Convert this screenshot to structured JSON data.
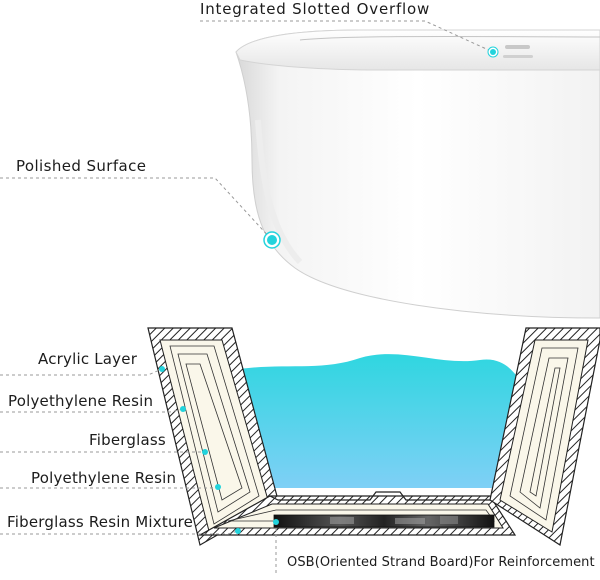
{
  "callouts": {
    "overflow": "Integrated Slotted Overflow",
    "polished": "Polished  Surface",
    "acrylic": "Acrylic Layer",
    "poly_resin_1": "Polyethylene Resin",
    "fiberglass": "Fiberglass",
    "poly_resin_2": "Polyethylene Resin",
    "mixture": "Fiberglass Resin Mixture",
    "osb": "OSB(Oriented Strand Board)For Reinforcement"
  },
  "icons": {
    "marker": "callout-dot-icon"
  },
  "colors": {
    "accent": "#22d3dc",
    "water_top": "#2fd6e0",
    "water_bottom": "#7fd0f6",
    "line": "#999999",
    "hatch": "#222222"
  }
}
